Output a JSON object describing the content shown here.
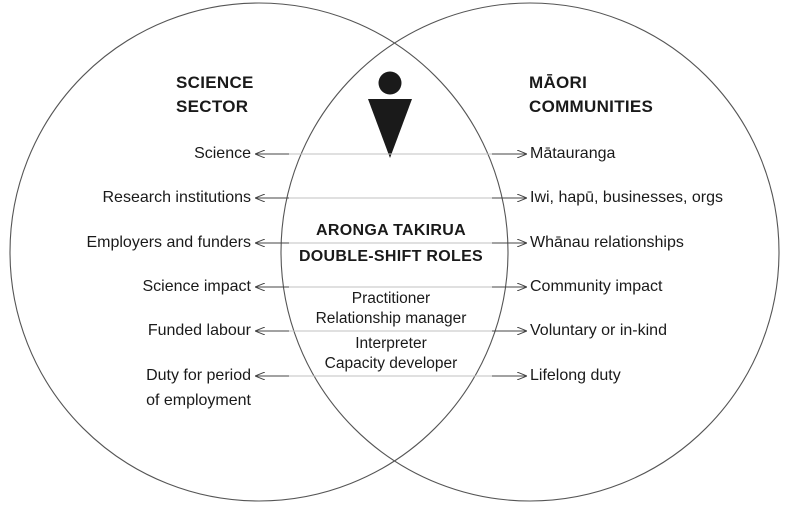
{
  "left_heading": [
    "SCIENCE",
    "SECTOR"
  ],
  "right_heading": [
    "MĀORI",
    "COMMUNITIES"
  ],
  "center_heading": [
    "ARONGA TAKIRUA",
    "DOUBLE-SHIFT ROLES"
  ],
  "left_items": [
    "Science",
    "Research institutions",
    "Employers and funders",
    "Science impact",
    "Funded labour",
    "Duty for period",
    "of employment"
  ],
  "right_items": [
    "Mātauranga",
    "Iwi, hapū, businesses, orgs",
    "Whānau relationships",
    "Community impact",
    "Voluntary or in-kind",
    "Lifelong duty"
  ],
  "roles": [
    "Practitioner",
    "Relationship manager",
    "Interpreter",
    "Capacity developer"
  ],
  "icons": {
    "person": "person-icon"
  },
  "colors": {
    "ink": "#1a1a1a",
    "circle": "#555555",
    "rule": "#b5b5b5"
  }
}
